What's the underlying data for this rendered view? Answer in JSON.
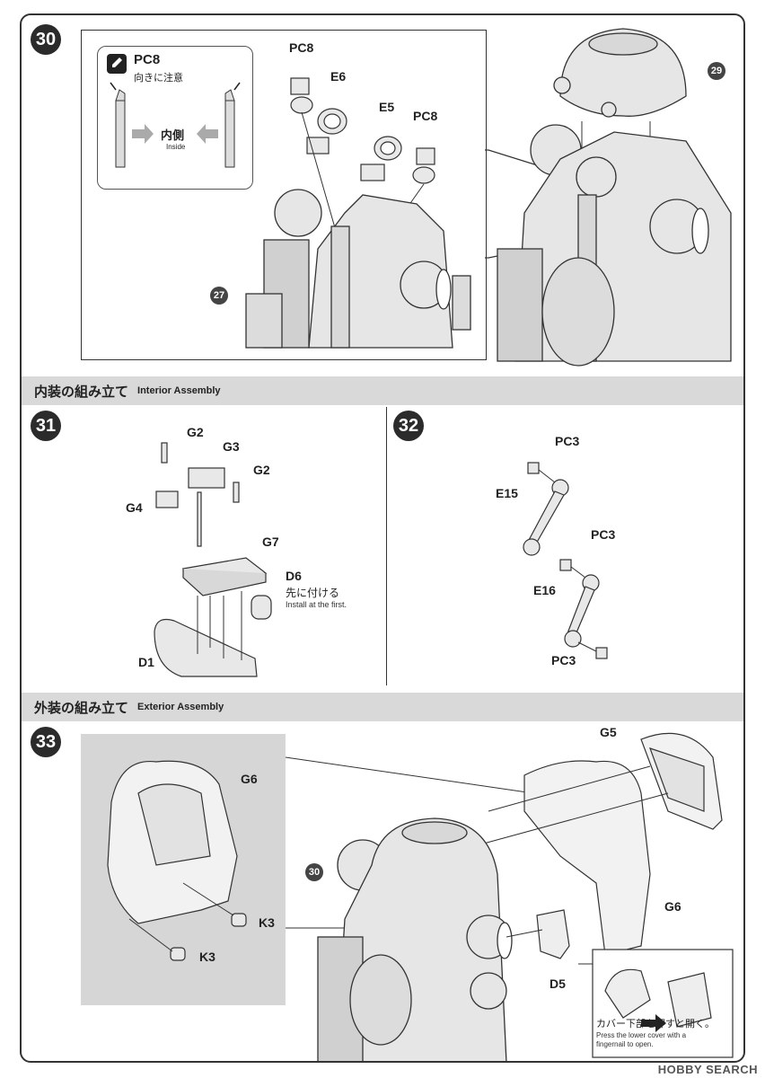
{
  "step30": {
    "number": "30",
    "note": {
      "part": "PC8",
      "jp": "向きに注意",
      "center_jp": "内側",
      "center_en": "Inside"
    },
    "labels": {
      "pc8_a": "PC8",
      "e6": "E6",
      "e5": "E5",
      "pc8_b": "PC8"
    },
    "refs": {
      "r29": "29",
      "r27": "27"
    }
  },
  "interior_band": {
    "jp": "内装の組み立て",
    "en": "Interior Assembly"
  },
  "step31": {
    "number": "31",
    "labels": {
      "g2_a": "G2",
      "g3": "G3",
      "g2_b": "G2",
      "g4": "G4",
      "g7": "G7",
      "d6": "D6",
      "d1": "D1"
    },
    "note_jp": "先に付ける",
    "note_en": "Install at the first."
  },
  "step32": {
    "number": "32",
    "labels": {
      "pc3_a": "PC3",
      "e15": "E15",
      "pc3_b": "PC3",
      "e16": "E16",
      "pc3_c": "PC3"
    }
  },
  "exterior_band": {
    "jp": "外装の組み立て",
    "en": "Exterior Assembly"
  },
  "step33": {
    "number": "33",
    "labels": {
      "g6_a": "G6",
      "k3_a": "K3",
      "k3_b": "K3",
      "g5": "G5",
      "g6_b": "G6",
      "d5": "D5"
    },
    "refs": {
      "r30": "30"
    },
    "note_jp": "カバー下部を押すと開く。",
    "note_en_1": "Press the lower cover with a",
    "note_en_2": "fingernail to open."
  },
  "watermark": "HOBBY SEARCH",
  "colors": {
    "frame": "#333333",
    "band": "#d9d9d9",
    "part_fill": "#e6e6e6",
    "part_stroke": "#333333",
    "badge": "#2b2b2b"
  }
}
